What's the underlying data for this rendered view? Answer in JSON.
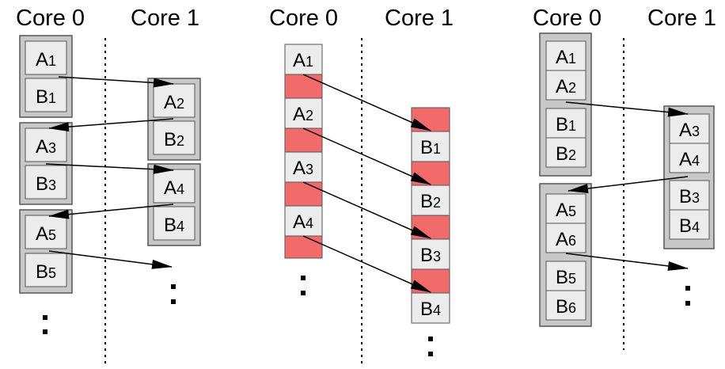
{
  "panels": [
    {
      "headers": [
        "Core 0",
        "Core 1"
      ],
      "core0_groups": [
        [
          "A1",
          "B1"
        ],
        [
          "A3",
          "B3"
        ],
        [
          "A5",
          "B5"
        ]
      ],
      "core1_groups": [
        [
          "A2",
          "B2"
        ],
        [
          "A4",
          "B4"
        ]
      ]
    },
    {
      "headers": [
        "Core 0",
        "Core 1"
      ],
      "core0_tasks": [
        "A1",
        "A2",
        "A3",
        "A4"
      ],
      "core1_tasks": [
        "B1",
        "B2",
        "B3",
        "B4"
      ]
    },
    {
      "headers": [
        "Core 0",
        "Core 1"
      ],
      "core0_groups": [
        [
          "A1",
          "A2",
          "B1",
          "B2"
        ],
        [
          "A5",
          "A6",
          "B5",
          "B6"
        ]
      ],
      "core1_groups": [
        [
          "A3",
          "A4",
          "B3",
          "B4"
        ]
      ]
    }
  ],
  "colors": {
    "group_fill": "#c8c8c8",
    "task_fill": "#ececec",
    "sync_fill": "#f26b6b",
    "stroke": "#555555"
  }
}
